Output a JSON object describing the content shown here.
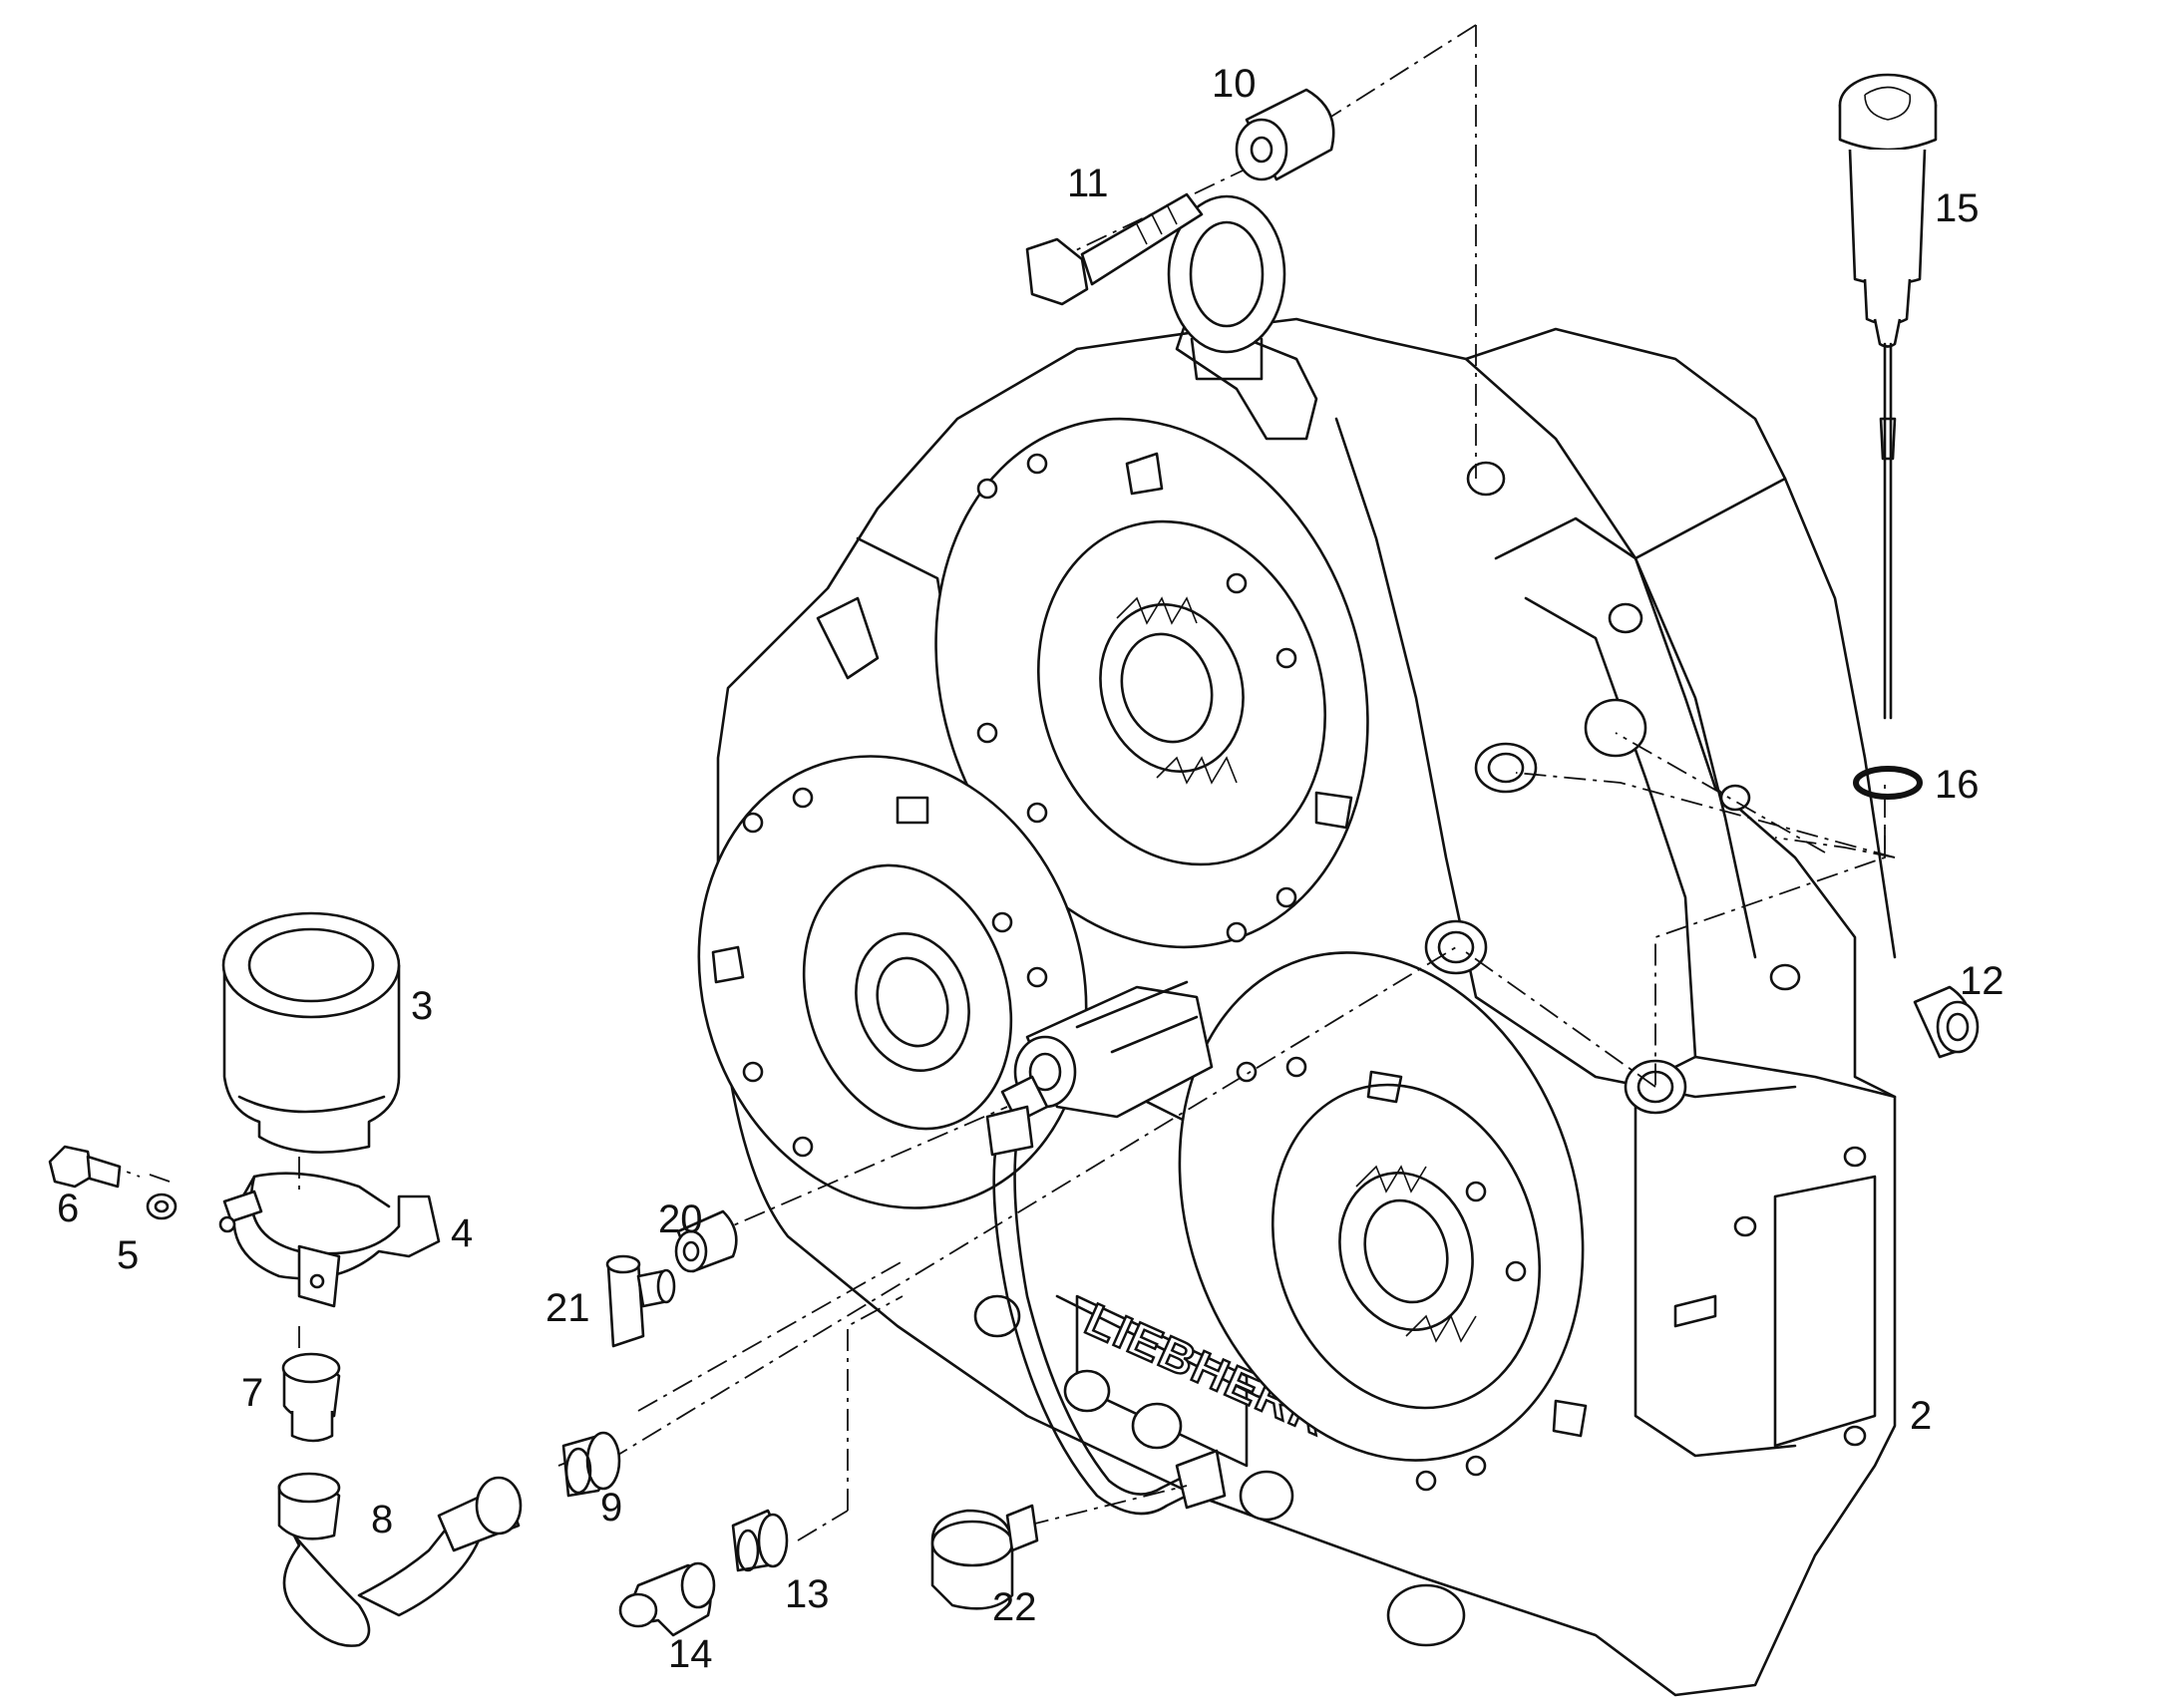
{
  "brand_lettering": "LIEBHERR",
  "callouts": {
    "c2": "2",
    "c3": "3",
    "c4": "4",
    "c5": "5",
    "c6": "6",
    "c7": "7",
    "c8": "8",
    "c9": "9",
    "c10": "10",
    "c11": "11",
    "c12": "12",
    "c13": "13",
    "c14": "14",
    "c15": "15",
    "c16": "16",
    "c20": "20",
    "c21": "21",
    "c22": "22"
  }
}
